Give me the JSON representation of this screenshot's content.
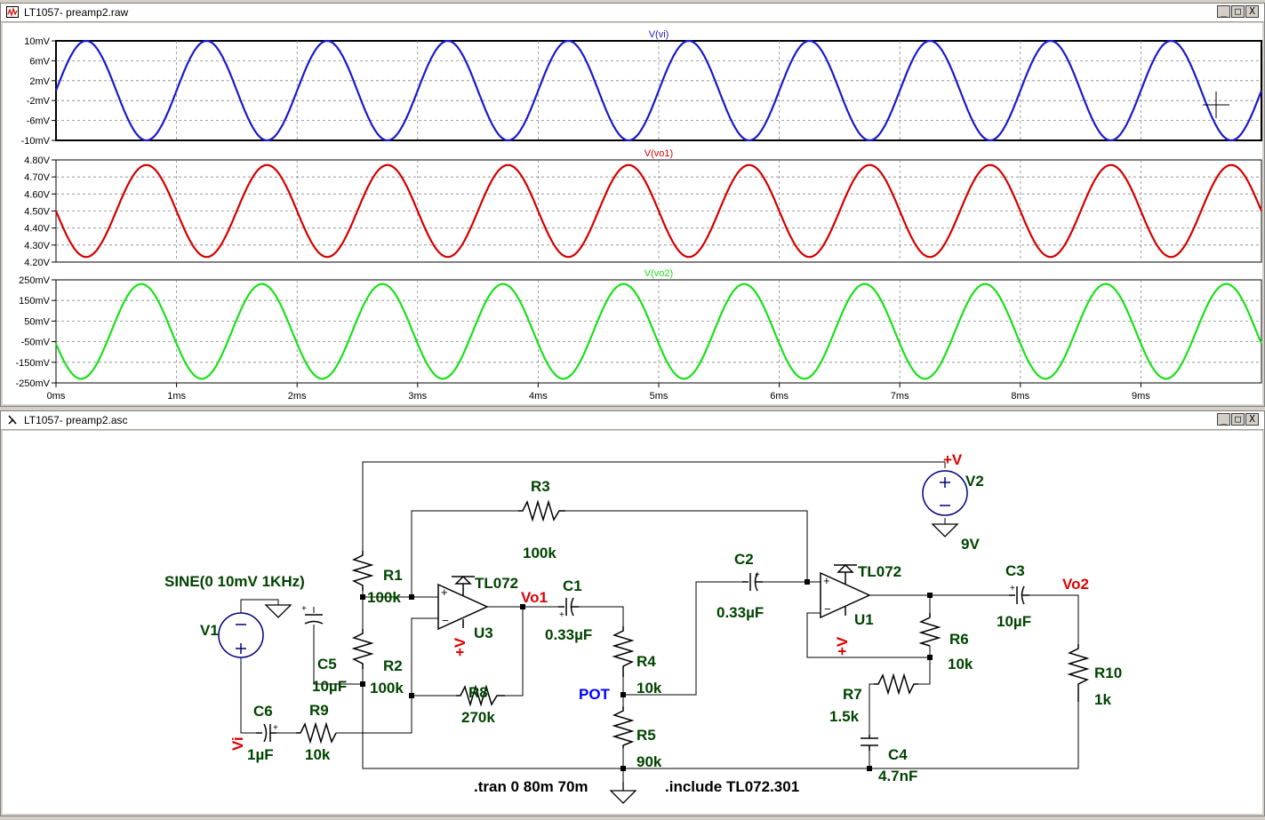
{
  "waveform_window": {
    "title": "LT1057- preamp2.raw",
    "icon": "waveform-icon",
    "buttons": {
      "minimize": "_",
      "restore": "□",
      "close": "X"
    }
  },
  "schematic_window": {
    "title": "LT1057- preamp2.asc",
    "icon": "schematic-icon",
    "buttons": {
      "minimize": "_",
      "restore": "□",
      "close": "X"
    }
  },
  "colors": {
    "vi": "#1a1acc",
    "vo1": "#d40000",
    "vo2": "#1ae01a",
    "wire": "#000000",
    "component": "#000080",
    "label": "#004400",
    "net_label": "#dd0000",
    "pot_label": "#0000ff"
  },
  "chart_data": [
    {
      "type": "line",
      "title": "V(vi)",
      "series": [
        {
          "name": "V(vi)",
          "waveform": "sine",
          "amplitude": 10,
          "offset": 0,
          "frequency_khz": 1,
          "phase_deg": 0
        }
      ],
      "ylim": [
        -10,
        10
      ],
      "yticks": [
        "10mV",
        "6mV",
        "2mV",
        "-2mV",
        "-6mV",
        "-10mV"
      ],
      "ytick_values": [
        10,
        6,
        2,
        -2,
        -6,
        -10
      ],
      "xlim": [
        0,
        10
      ],
      "grid": true
    },
    {
      "type": "line",
      "title": "V(vo1)",
      "series": [
        {
          "name": "V(vo1)",
          "waveform": "sine",
          "amplitude": 0.27,
          "offset": 4.5,
          "frequency_khz": 1,
          "phase_deg": 180
        }
      ],
      "ylim": [
        4.2,
        4.8
      ],
      "yticks": [
        "4.80V",
        "4.70V",
        "4.60V",
        "4.50V",
        "4.40V",
        "4.30V",
        "4.20V"
      ],
      "ytick_values": [
        4.8,
        4.7,
        4.6,
        4.5,
        4.4,
        4.3,
        4.2
      ],
      "xlim": [
        0,
        10
      ],
      "grid": true
    },
    {
      "type": "line",
      "title": "V(vo2)",
      "series": [
        {
          "name": "V(vo2)",
          "waveform": "sine",
          "amplitude": 230,
          "offset": 0,
          "frequency_khz": 1,
          "phase_deg": 195
        }
      ],
      "ylim": [
        -250,
        250
      ],
      "yticks": [
        "250mV",
        "150mV",
        "50mV",
        "-50mV",
        "-150mV",
        "-250mV"
      ],
      "ytick_values": [
        250,
        150,
        50,
        -50,
        -150,
        -250
      ],
      "xlim": [
        0,
        10
      ],
      "xticks": [
        "0ms",
        "1ms",
        "2ms",
        "3ms",
        "4ms",
        "5ms",
        "6ms",
        "7ms",
        "8ms",
        "9ms"
      ],
      "xtick_values": [
        0,
        1,
        2,
        3,
        4,
        5,
        6,
        7,
        8,
        9
      ],
      "grid": true
    }
  ],
  "schematic": {
    "sine_source": "SINE(0 10mV 1KHz)",
    "V1": "V1",
    "V2": "V2",
    "V2_value": "9V",
    "supply_plus": "+V",
    "R1": "R1",
    "R1_value": "100k",
    "R2": "R2",
    "R2_value": "100k",
    "R3": "R3",
    "R3_value": "100k",
    "R4": "R4",
    "R4_value": "10k",
    "R5": "R5",
    "R5_value": "90k",
    "R6": "R6",
    "R6_value": "10k",
    "R7": "R7",
    "R7_value": "1.5k",
    "R8": "R8",
    "R8_value": "270k",
    "R9": "R9",
    "R9_value": "10k",
    "R10": "R10",
    "R10_value": "1k",
    "C1": "C1",
    "C1_value": "0.33µF",
    "C2": "C2",
    "C2_value": "0.33µF",
    "C3": "C3",
    "C3_value": "10µF",
    "C4": "C4",
    "C4_value": "4.7nF",
    "C5": "C5",
    "C5_value": "10µF",
    "C6": "C6",
    "C6_value": "1µF",
    "U1": "U1",
    "U1_model": "TL072",
    "U3": "U3",
    "U3_model": "TL072",
    "net_vi": "Vi",
    "net_vo1": "Vo1",
    "net_vo2": "Vo2",
    "net_pot": "POT",
    "directive_tran": ".tran 0 80m 70m",
    "directive_include": ".include TL072.301"
  }
}
